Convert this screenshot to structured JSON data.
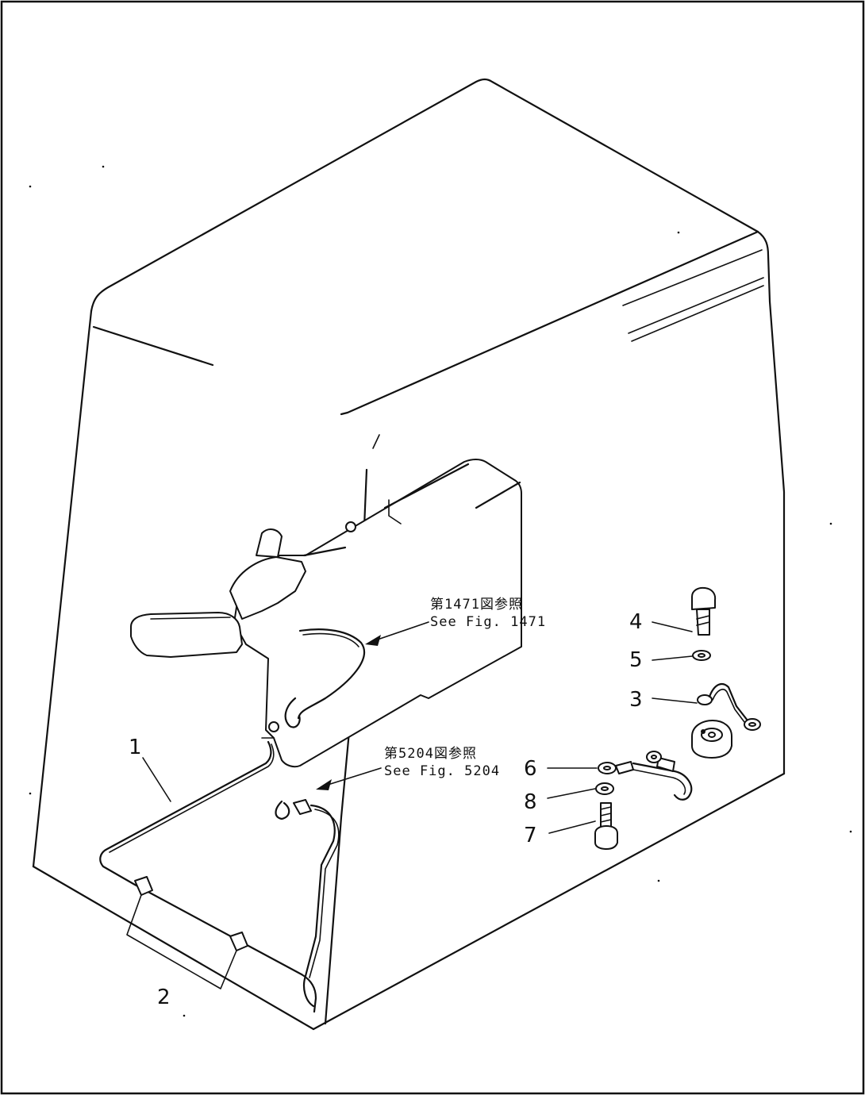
{
  "diagram": {
    "callouts": {
      "c1": "1",
      "c2": "2",
      "c3": "3",
      "c4": "4",
      "c5": "5",
      "c6": "6",
      "c7": "7",
      "c8": "8"
    },
    "references": {
      "ref_1471_jp": "第1471図参照",
      "ref_1471_en": "See Fig. 1471",
      "ref_5204_jp": "第5204図参照",
      "ref_5204_en": "See Fig. 5204"
    }
  }
}
